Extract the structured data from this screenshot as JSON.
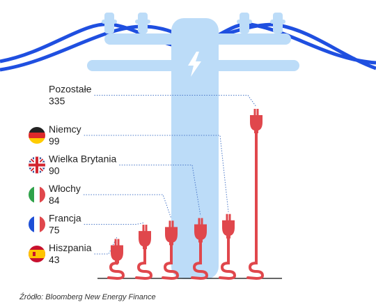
{
  "chart_data": {
    "type": "bar",
    "categories": [
      "Hiszpania",
      "Francja",
      "Włochy",
      "Wielka Brytania",
      "Niemcy",
      "Pozostałe"
    ],
    "values": [
      43,
      75,
      84,
      90,
      99,
      335
    ],
    "flags": [
      "spain-flag-icon",
      "france-flag-icon",
      "italy-flag-icon",
      "uk-flag-icon",
      "germany-flag-icon",
      ""
    ],
    "title": "",
    "xlabel": "",
    "ylabel": "",
    "colors": {
      "plug": "#e0474c",
      "pole": "#bcdcf8",
      "wire": "#1f4fe0",
      "leader": "#4a78c8",
      "ground": "#333333"
    }
  },
  "pole_icon": "lightning-bolt-icon",
  "source": "Źródło: Bloomberg New Energy Finance"
}
